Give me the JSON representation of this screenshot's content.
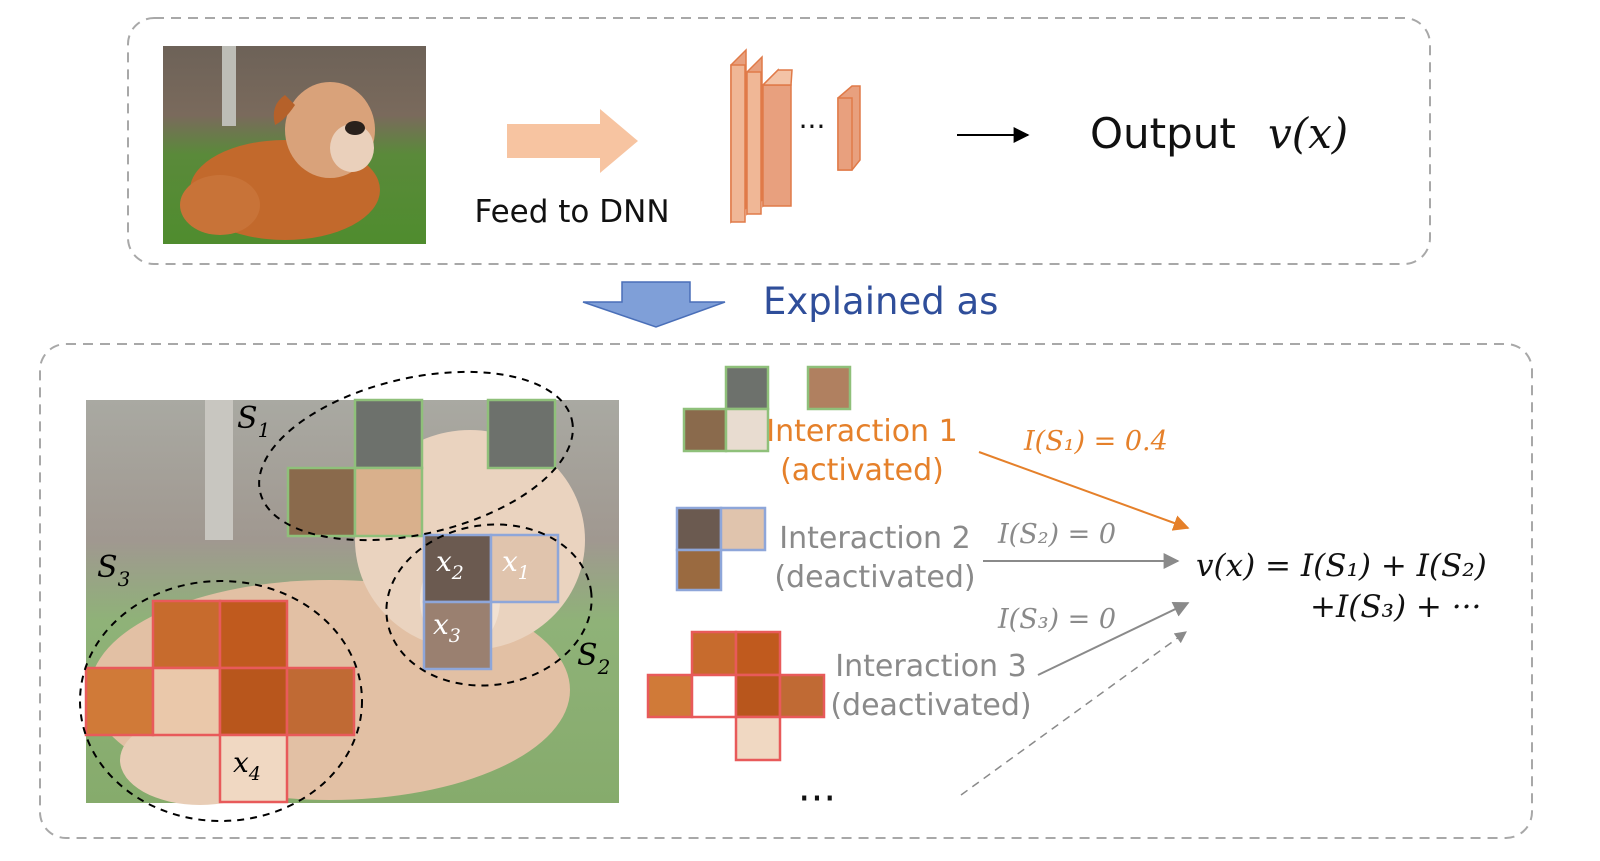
{
  "top_panel": {
    "feed_label": "Feed to DNN",
    "layer_ellipsis": "···",
    "output_word": "Output",
    "output_formula": "v(x)"
  },
  "explained_as": "Explained as",
  "image_labels": {
    "s1": "S",
    "s1_sub": "1",
    "s2": "S",
    "s2_sub": "2",
    "s3": "S",
    "s3_sub": "3",
    "x1": "x",
    "x1_sub": "1",
    "x2": "x",
    "x2_sub": "2",
    "x3": "x",
    "x3_sub": "3",
    "x4": "x",
    "x4_sub": "4"
  },
  "interactions": [
    {
      "title": "Interaction 1",
      "state": "(activated)",
      "value_label": "I(S₁) = 0.4",
      "color": "#e5802a"
    },
    {
      "title": "Interaction 2",
      "state": "(deactivated)",
      "value_label": "I(S₂) = 0",
      "color": "#8a8a8a"
    },
    {
      "title": "Interaction 3",
      "state": "(deactivated)",
      "value_label": "I(S₃) = 0",
      "color": "#8a8a8a"
    }
  ],
  "more_ellipsis": "···",
  "sum_formula": {
    "line1": "v(x) = I(S₁) + I(S₂)",
    "line2": "+I(S₃) + ···"
  },
  "colors": {
    "panel_border": "#a8a8a8",
    "arrow_peach": "#f7c4a1",
    "layer_fill": "#e8a07e",
    "layer_stroke": "#e07a48",
    "explain_blue": "#2f4e9a",
    "explain_arrow": "#7f9fd8",
    "green_patch": "#8fc07a",
    "blue_patch": "#8ea6d9",
    "red_patch": "#e85a5a"
  }
}
